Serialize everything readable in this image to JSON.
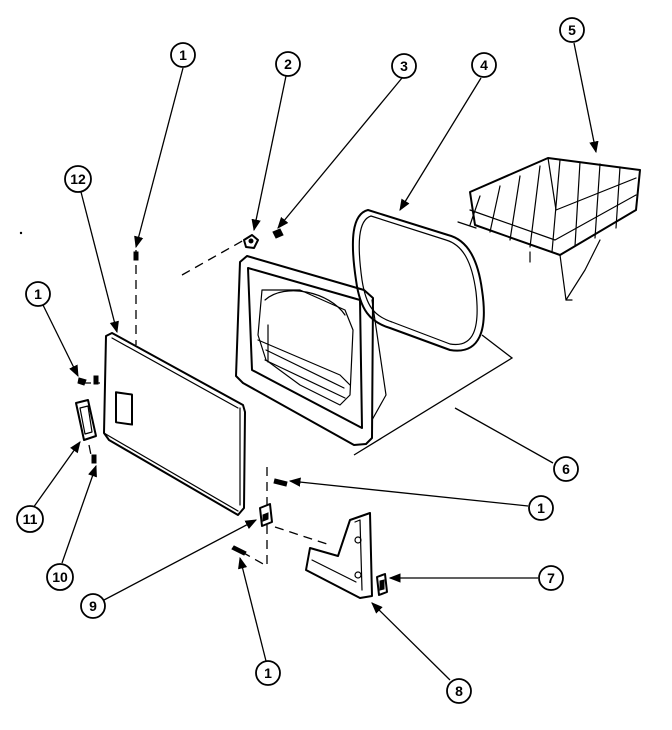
{
  "diagram": {
    "callouts": {
      "c1_top": "1",
      "c2": "2",
      "c3": "3",
      "c4": "4",
      "c5": "5",
      "c12": "12",
      "c1_left": "1",
      "c6": "6",
      "c1_right": "1",
      "c11": "11",
      "c10": "10",
      "c7": "7",
      "c9": "9",
      "c8": "8",
      "c1_bottom": "1"
    }
  }
}
